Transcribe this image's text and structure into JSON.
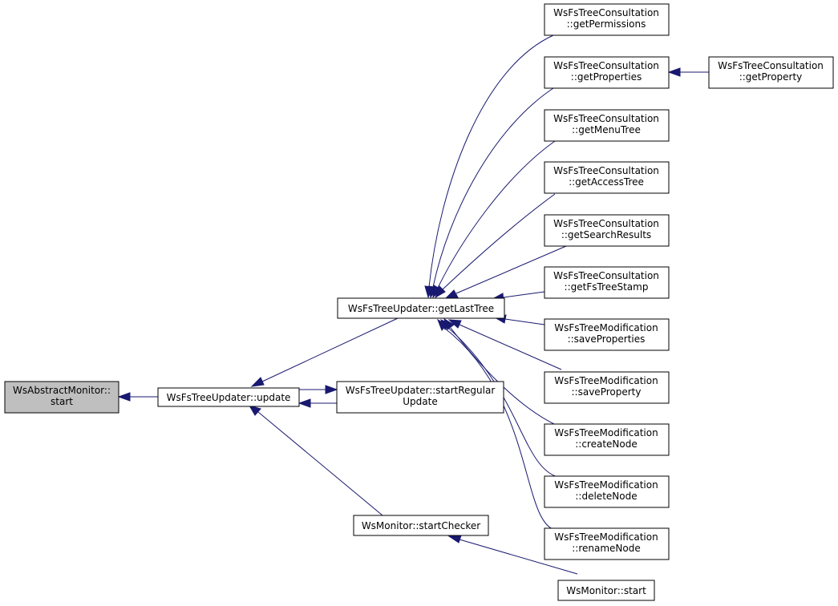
{
  "colors": {
    "edge": "#191970",
    "highlight_fill": "#bfbfbf",
    "node_fill": "#ffffff",
    "node_stroke": "#000000"
  },
  "nodes": {
    "ws_abstract_monitor_start": {
      "line1": "WsAbstractMonitor::",
      "line2": "start"
    },
    "updater_update": {
      "line1": "WsFsTreeUpdater::update"
    },
    "updater_get_last_tree": {
      "line1": "WsFsTreeUpdater::getLastTree"
    },
    "updater_start_regular_update": {
      "line1": "WsFsTreeUpdater::startRegular",
      "line2": "Update"
    },
    "monitor_start_checker": {
      "line1": "WsMonitor::startChecker"
    },
    "monitor_start": {
      "line1": "WsMonitor::start"
    },
    "consult_get_permissions": {
      "line1": "WsFsTreeConsultation",
      "line2": "::getPermissions"
    },
    "consult_get_properties": {
      "line1": "WsFsTreeConsultation",
      "line2": "::getProperties"
    },
    "consult_get_property": {
      "line1": "WsFsTreeConsultation",
      "line2": "::getProperty"
    },
    "consult_get_menu_tree": {
      "line1": "WsFsTreeConsultation",
      "line2": "::getMenuTree"
    },
    "consult_get_access_tree": {
      "line1": "WsFsTreeConsultation",
      "line2": "::getAccessTree"
    },
    "consult_get_search_results": {
      "line1": "WsFsTreeConsultation",
      "line2": "::getSearchResults"
    },
    "consult_get_fs_tree_stamp": {
      "line1": "WsFsTreeConsultation",
      "line2": "::getFsTreeStamp"
    },
    "modif_save_properties": {
      "line1": "WsFsTreeModification",
      "line2": "::saveProperties"
    },
    "modif_save_property": {
      "line1": "WsFsTreeModification",
      "line2": "::saveProperty"
    },
    "modif_create_node": {
      "line1": "WsFsTreeModification",
      "line2": "::createNode"
    },
    "modif_delete_node": {
      "line1": "WsFsTreeModification",
      "line2": "::deleteNode"
    },
    "modif_rename_node": {
      "line1": "WsFsTreeModification",
      "line2": "::renameNode"
    }
  },
  "edges": [
    {
      "from": "updater_update",
      "to": "ws_abstract_monitor_start"
    },
    {
      "from": "updater_get_last_tree",
      "to": "updater_update"
    },
    {
      "from": "updater_start_regular_update",
      "to": "updater_update"
    },
    {
      "from": "updater_update",
      "to": "updater_start_regular_update"
    },
    {
      "from": "monitor_start_checker",
      "to": "updater_update"
    },
    {
      "from": "monitor_start",
      "to": "monitor_start_checker"
    },
    {
      "from": "consult_get_permissions",
      "to": "updater_get_last_tree"
    },
    {
      "from": "consult_get_properties",
      "to": "updater_get_last_tree"
    },
    {
      "from": "consult_get_property",
      "to": "consult_get_properties"
    },
    {
      "from": "consult_get_menu_tree",
      "to": "updater_get_last_tree"
    },
    {
      "from": "consult_get_access_tree",
      "to": "updater_get_last_tree"
    },
    {
      "from": "consult_get_search_results",
      "to": "updater_get_last_tree"
    },
    {
      "from": "consult_get_fs_tree_stamp",
      "to": "updater_get_last_tree"
    },
    {
      "from": "modif_save_properties",
      "to": "updater_get_last_tree"
    },
    {
      "from": "modif_save_property",
      "to": "updater_get_last_tree"
    },
    {
      "from": "modif_create_node",
      "to": "updater_get_last_tree"
    },
    {
      "from": "modif_delete_node",
      "to": "updater_get_last_tree"
    },
    {
      "from": "modif_rename_node",
      "to": "updater_get_last_tree"
    }
  ]
}
